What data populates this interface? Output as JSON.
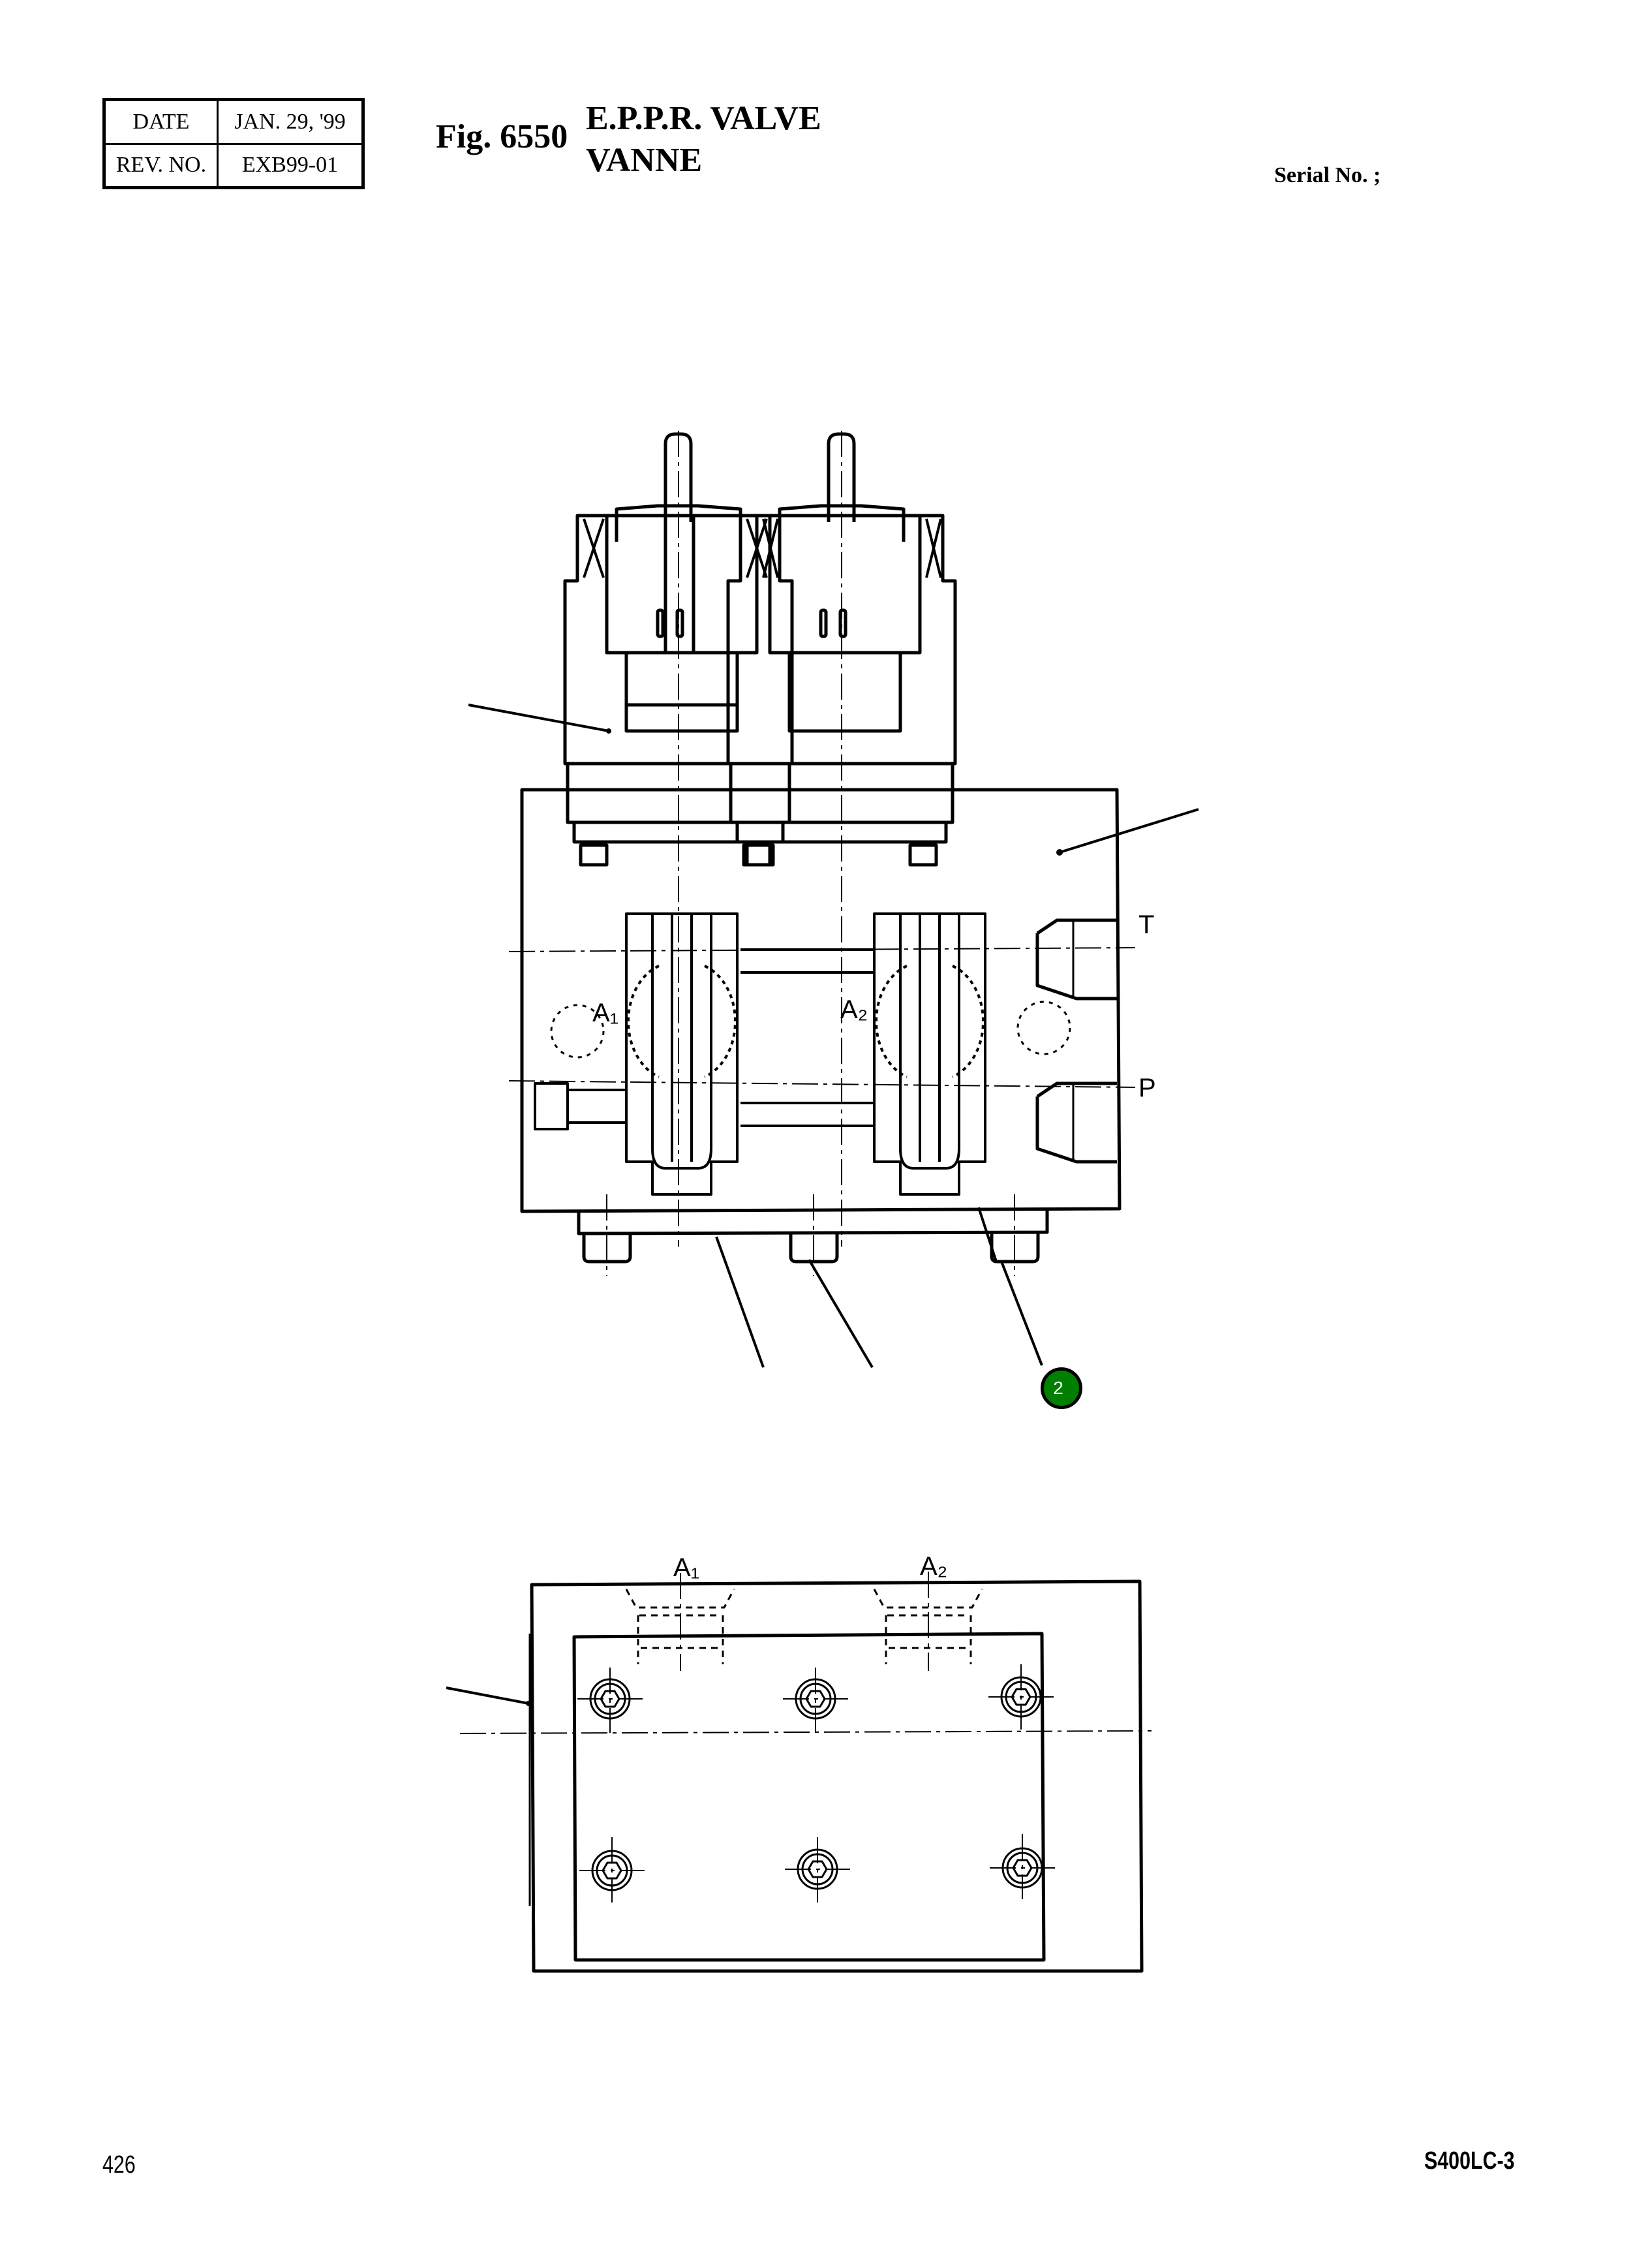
{
  "header": {
    "revision_table": {
      "date_label": "DATE",
      "date_value": "JAN. 29, '99",
      "rev_label": "REV. NO.",
      "rev_value": "EXB99-01"
    },
    "figure_number": "Fig. 6550",
    "title_line1": "E.P.P.R. VALVE",
    "title_line2": "VANNE",
    "serial_label": "Serial No. ;"
  },
  "drawing": {
    "front_view": {
      "port_labels": [
        "A₁",
        "A₂",
        "T",
        "P"
      ]
    },
    "bottom_view": {
      "port_labels": [
        "A₁",
        "A₂"
      ]
    },
    "callouts": [
      {
        "number": "2",
        "color": "#007f00"
      }
    ]
  },
  "footer": {
    "page_number": "426",
    "model": "S400LC-3"
  }
}
